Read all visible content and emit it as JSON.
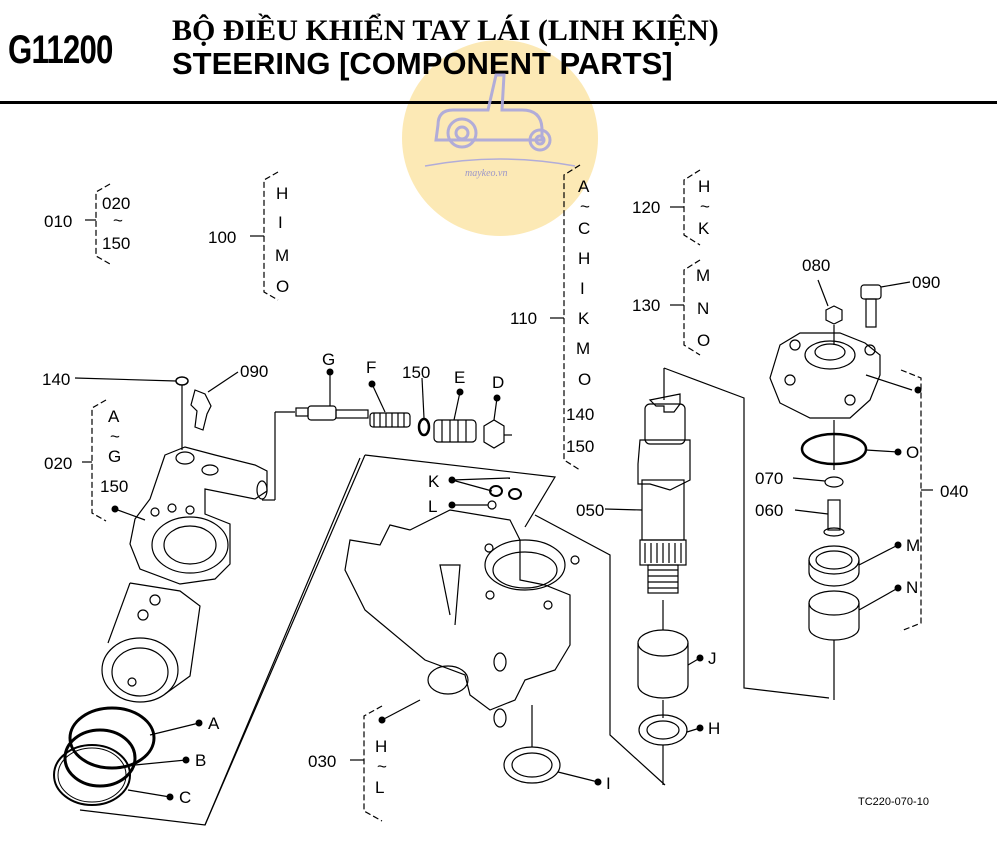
{
  "header": {
    "code": "G11200",
    "title_vi": "BỘ ĐIỀU KHIỂN TAY LÁI (LINH KIỆN)",
    "title_en": "STEERING [COMPONENT PARTS]"
  },
  "watermark": {
    "text": "maykeo.vn",
    "color": "#f5d27a",
    "icon": "tractor-icon"
  },
  "reference_code": "TC220-070-10",
  "groups": [
    {
      "part": "010",
      "contents": [
        "020",
        "~",
        "150"
      ]
    },
    {
      "part": "100",
      "contents": [
        "H",
        "I",
        "M",
        "O"
      ]
    },
    {
      "part": "110",
      "contents": [
        "A",
        "~",
        "C",
        "H",
        "I",
        "K",
        "M",
        "O",
        "140",
        "150"
      ]
    },
    {
      "part": "120",
      "contents": [
        "H",
        "~",
        "K"
      ]
    },
    {
      "part": "130",
      "contents": [
        "M",
        "N",
        "O"
      ]
    },
    {
      "part": "020",
      "contents": [
        "A",
        "~",
        "G",
        "150"
      ]
    },
    {
      "part": "030",
      "contents": [
        "H",
        "~",
        "L"
      ]
    },
    {
      "part": "040",
      "contents": [
        "O",
        "M",
        "N"
      ]
    }
  ],
  "labels": {
    "g010": "010",
    "g010_a": "020",
    "g010_t": "~",
    "g010_b": "150",
    "g100": "100",
    "g100_1": "H",
    "g100_2": "I",
    "g100_3": "M",
    "g100_4": "O",
    "g110": "110",
    "g110_1": "A",
    "g110_2": "~",
    "g110_3": "C",
    "g110_4": "H",
    "g110_5": "I",
    "g110_6": "K",
    "g110_7": "M",
    "g110_8": "O",
    "g110_9": "140",
    "g110_10": "150",
    "g120": "120",
    "g120_1": "H",
    "g120_2": "~",
    "g120_3": "K",
    "g130": "130",
    "g130_1": "M",
    "g130_2": "N",
    "g130_3": "O",
    "g020": "020",
    "g020_1": "A",
    "g020_2": "~",
    "g020_3": "G",
    "g020_4": "150",
    "g030": "030",
    "g030_1": "H",
    "g030_2": "~",
    "g030_3": "L",
    "g040": "040",
    "p140": "140",
    "p090a": "090",
    "p090b": "090",
    "p080": "080",
    "pG": "G",
    "pF": "F",
    "p150": "150",
    "pE": "E",
    "pD": "D",
    "pK": "K",
    "pL": "L",
    "p050": "050",
    "pO": "O",
    "p070": "070",
    "p060": "060",
    "pM": "M",
    "pN": "N",
    "pJ": "J",
    "pH": "H",
    "pI": "I",
    "pA": "A",
    "pB": "B",
    "pC": "C"
  }
}
